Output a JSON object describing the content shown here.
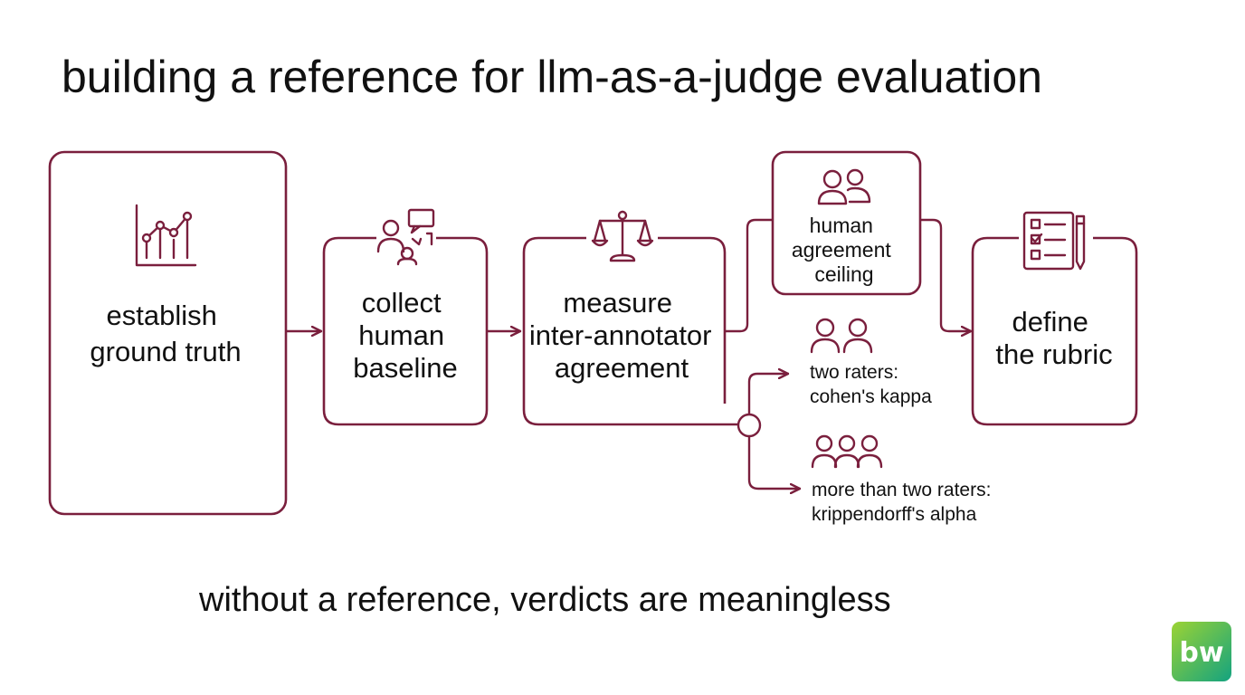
{
  "title": "building a reference for llm-as-a-judge evaluation",
  "steps": {
    "ground_truth": [
      "establish",
      "ground truth"
    ],
    "human_baseline": [
      "collect",
      "human",
      "baseline"
    ],
    "inter_annotator": [
      "measure",
      "inter-annotator",
      "agreement"
    ],
    "ceiling": [
      "human",
      "agreement",
      "ceiling"
    ],
    "rubric": [
      "define",
      "the rubric"
    ]
  },
  "branches": {
    "two_raters": [
      "two raters:",
      "cohen's kappa"
    ],
    "more_raters": [
      "more than two raters:",
      "krippendorff's alpha"
    ]
  },
  "footer": "without a reference, verdicts are meaningless",
  "logo": "bw",
  "colors": {
    "accent": "#7a1f3d",
    "text": "#111111",
    "logo_gradient_start": "#9bd334",
    "logo_gradient_end": "#14a37f"
  },
  "icons": {
    "ground_truth": "line-chart-icon",
    "human_baseline": "people-chat-icon",
    "inter_annotator": "balance-scale-icon",
    "ceiling": "two-people-icon",
    "two_raters": "two-people-icon",
    "more_raters": "three-people-icon",
    "rubric": "checklist-pencil-icon"
  }
}
